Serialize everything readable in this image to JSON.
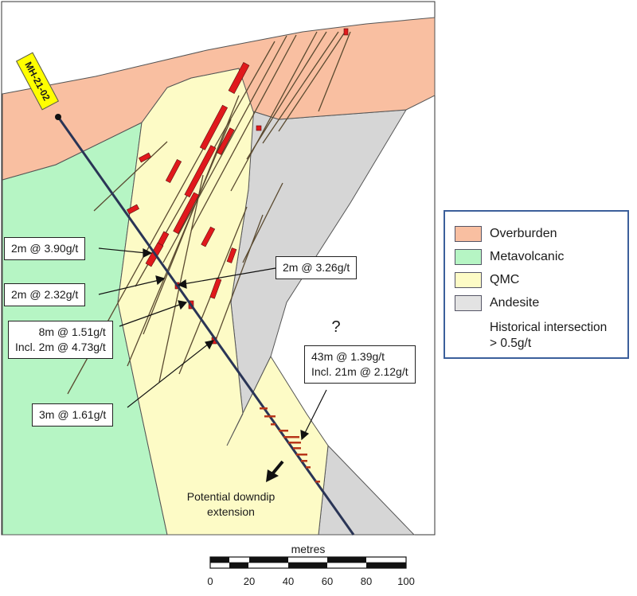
{
  "drillhole": {
    "name": "MH-21-02"
  },
  "callouts": {
    "c1": "2m @ 3.90g/t",
    "c2": "2m @ 2.32g/t",
    "c3a": "8m @ 1.51g/t",
    "c3b": "Incl. 2m @ 4.73g/t",
    "c4": "3m @ 1.61g/t",
    "c5": "2m @ 3.26g/t",
    "c6a": "43m @ 1.39g/t",
    "c6b": "Incl. 21m @ 2.12g/t"
  },
  "question_mark": "?",
  "downdip": {
    "line1": "Potential downdip",
    "line2": "extension"
  },
  "legend": {
    "items": [
      {
        "label": "Overburden",
        "color": "#f9bfa1"
      },
      {
        "label": "Metavolcanic",
        "color": "#b6f5c4"
      },
      {
        "label": "QMC",
        "color": "#fdfbc6"
      },
      {
        "label": "Andesite",
        "color": "#e3e3e3"
      }
    ],
    "historical_line1": "Historical intersection",
    "historical_line2": "> 0.5g/t"
  },
  "scale": {
    "title": "metres",
    "ticks": [
      "0",
      "20",
      "40",
      "60",
      "80",
      "100"
    ]
  },
  "colors": {
    "overburden": "#f9bfa1",
    "metavolcanic": "#b6f5c4",
    "qmc": "#fdfbc6",
    "andesite": "#d6d6d6",
    "intersection": "#e0191c",
    "drillhole": "#2a3556",
    "highlight": "#ffff00"
  }
}
